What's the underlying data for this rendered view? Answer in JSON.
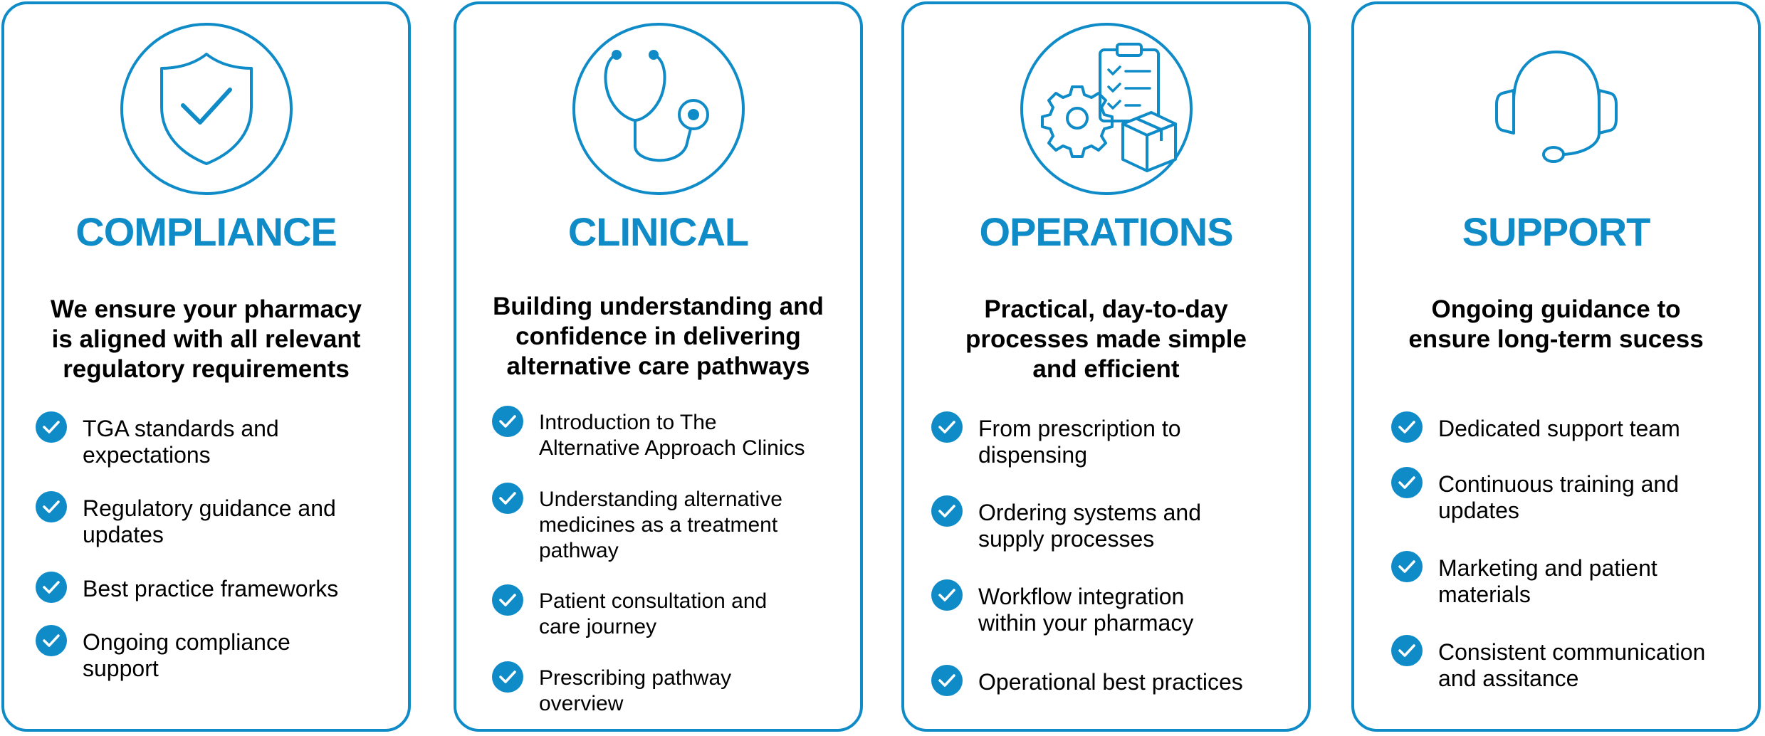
{
  "colors": {
    "accent": "#0f8cc8",
    "text": "#000000",
    "background": "#ffffff"
  },
  "cards": [
    {
      "icon": "shield-check-icon",
      "title": "COMPLIANCE",
      "subtitle": [
        "We ensure your pharmacy",
        "is aligned with all relevant",
        "regulatory requirements"
      ],
      "items": [
        [
          "TGA standards and",
          "expectations"
        ],
        [
          "Regulatory guidance and",
          "updates"
        ],
        [
          "Best practice frameworks"
        ],
        [
          "Ongoing compliance",
          "support"
        ]
      ]
    },
    {
      "icon": "stethoscope-icon",
      "title": "CLINICAL",
      "subtitle": [
        "Building understanding and",
        "confidence in delivering",
        "alternative care pathways"
      ],
      "items": [
        [
          "Introduction to The",
          "Alternative Approach Clinics"
        ],
        [
          "Understanding alternative",
          "medicines as a treatment",
          "pathway"
        ],
        [
          "Patient consultation and",
          "care journey"
        ],
        [
          "Prescribing pathway",
          "overview"
        ]
      ]
    },
    {
      "icon": "operations-icon",
      "title": "OPERATIONS",
      "subtitle": [
        "Practical, day-to-day",
        "processes made simple",
        "and efficient"
      ],
      "items": [
        [
          "From prescription to",
          "dispensing"
        ],
        [
          "Ordering systems and",
          "supply processes"
        ],
        [
          "Workflow integration",
          "within your pharmacy"
        ],
        [
          "Operational best practices"
        ]
      ]
    },
    {
      "icon": "headset-icon",
      "title": "SUPPORT",
      "subtitle": [
        "Ongoing guidance to",
        "ensure long-term sucess"
      ],
      "items": [
        [
          "Dedicated support team"
        ],
        [
          "Continuous training and",
          "updates"
        ],
        [
          "Marketing and patient",
          "materials"
        ],
        [
          "Consistent communication",
          "and assitance"
        ]
      ]
    }
  ]
}
